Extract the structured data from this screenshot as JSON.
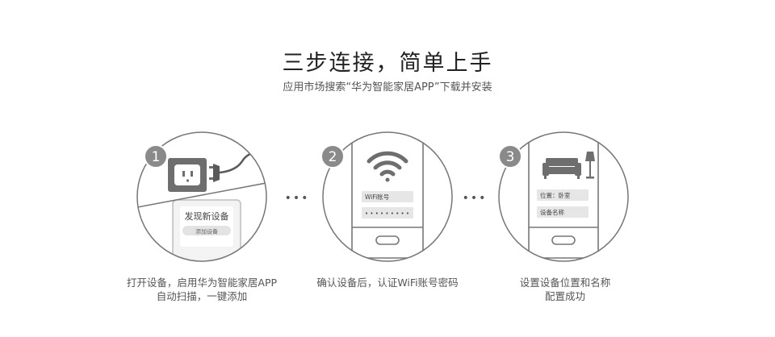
{
  "header": {
    "title": "三步连接，简单上手",
    "subtitle": "应用市场搜索“华为智能家居APP”下载并安装"
  },
  "steps": [
    {
      "number": "1",
      "icon": "socket-plug-icon",
      "card_title": "发现新设备",
      "card_button": "添加设备",
      "caption_line1": "打开设备，启用华为智能家居APP",
      "caption_line2": "自动扫描，一键添加"
    },
    {
      "number": "2",
      "icon": "wifi-icon",
      "field1": "WiFi账号",
      "field2": "• • • • • • • • •",
      "caption_line1": "确认设备后，认证WiFi账号密码"
    },
    {
      "number": "3",
      "icon": "sofa-lamp-icon",
      "field1": "位置：卧室",
      "field2": "设备名称",
      "caption_line1": "设置设备位置和名称",
      "caption_line2": "配置成功"
    }
  ],
  "separators": [
    "•••",
    "•••"
  ],
  "colors": {
    "line": "#777777",
    "badge": "#8a8a8a",
    "field": "#e6e6e6",
    "icon": "#6e6e6e"
  }
}
